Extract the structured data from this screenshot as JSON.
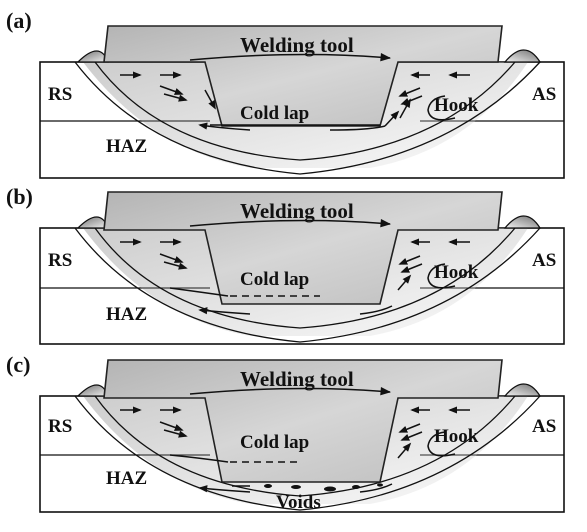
{
  "panels": [
    {
      "label": "(a)",
      "tool": "Welding tool",
      "rs": "RS",
      "as": "AS",
      "haz": "HAZ",
      "cold_lap": "Cold lap",
      "hook": "Hook",
      "voids": ""
    },
    {
      "label": "(b)",
      "tool": "Welding tool",
      "rs": "RS",
      "as": "AS",
      "haz": "HAZ",
      "cold_lap": "Cold lap",
      "hook": "Hook",
      "voids": ""
    },
    {
      "label": "(c)",
      "tool": "Welding tool",
      "rs": "RS",
      "as": "AS",
      "haz": "HAZ",
      "cold_lap": "Cold lap",
      "hook": "Hook",
      "voids": "Voids"
    }
  ],
  "colors": {
    "tool_fill": "#c9c9c9",
    "tool_stroke": "#222222",
    "flash_gradient_dark": "#8a8a8a",
    "line": "#111111"
  },
  "icons": [
    "material-flow-arrow",
    "rotation-arrow",
    "flash-curl"
  ]
}
